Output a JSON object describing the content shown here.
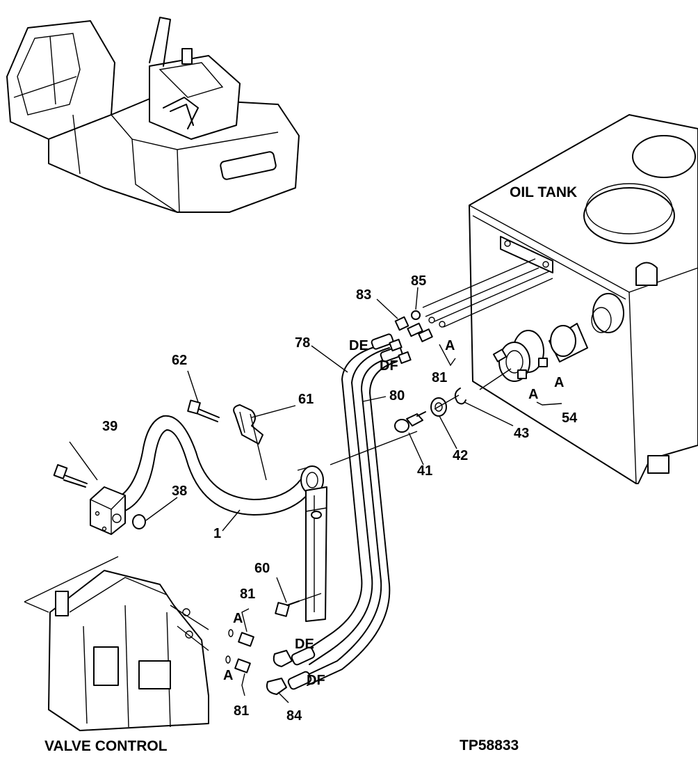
{
  "labels": {
    "oil_tank": "OIL TANK",
    "valve_control": "VALVE CONTROL",
    "drawing_id": "TP58833",
    "de_top": "DE",
    "df_top": "DF",
    "de_bottom": "DE",
    "df_bottom": "DF",
    "a_top_81": "A",
    "a_54_left": "A",
    "a_54_right": "A",
    "a_valve_upper": "A",
    "a_valve_lower": "A"
  },
  "callouts": {
    "p1": "1",
    "p38": "38",
    "p39": "39",
    "p41": "41",
    "p42": "42",
    "p43": "43",
    "p54": "54",
    "p60": "60",
    "p61": "61",
    "p62": "62",
    "p78": "78",
    "p80": "80",
    "p81_top": "81",
    "p81_upper_valve": "81",
    "p81_lower_valve": "81",
    "p83": "83",
    "p84": "84",
    "p85": "85"
  }
}
